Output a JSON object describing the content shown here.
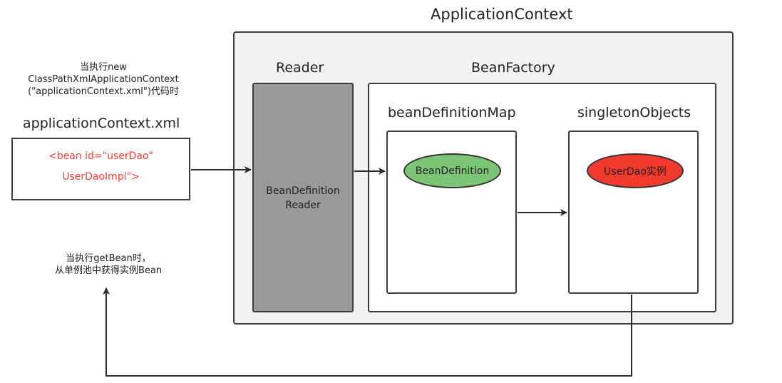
{
  "diagram": {
    "application_context_title": "ApplicationContext",
    "reader_title": "Reader",
    "bean_factory_title": "BeanFactory",
    "bean_definition_map_title": "beanDefinitionMap",
    "singleton_objects_title": "singletonObjects",
    "xml_file_title": "applicationContext.xml",
    "xml_content": {
      "line1": "<bean id=\"userDao\"",
      "line2": "UserDaoImpl\">"
    },
    "reader_inner": {
      "line1": "BeanDefinition",
      "line2": "Reader"
    },
    "bean_definition_ellipse": "BeanDefinition",
    "userdao_instance_ellipse": "UserDao实例",
    "note_new_context": {
      "line1": "当执行new",
      "line2": "ClassPathXmlApplicationContext",
      "line3": "(\"applicationContext.xml\")代码时"
    },
    "note_get_bean": {
      "line1": "当执行getBean时，",
      "line2": "从单例池中获得实例Bean"
    },
    "colors": {
      "container_bg": "#f2f2f2",
      "reader_fill": "#999999",
      "bean_definition_fill": "#7cc576",
      "userdao_fill": "#f03a2e",
      "xml_text": "#ff3b30",
      "stroke": "#3d3d3d"
    }
  }
}
